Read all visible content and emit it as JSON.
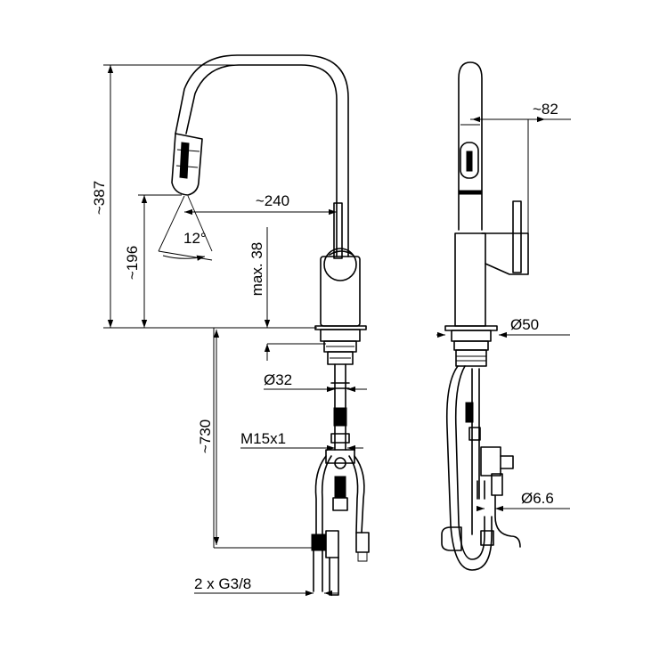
{
  "dimensions": {
    "total_height": "~387",
    "spout_clearance": "~196",
    "spout_reach": "~240",
    "spray_angle": "12°",
    "max_deck_thickness": "max. 38",
    "base_diameter": "Ø50",
    "hole_diameter": "Ø32",
    "hose_length": "~730",
    "thread": "M15x1",
    "connections": "2 x G3/8",
    "head_projection": "~82",
    "pipe_diameter": "Ø6.6"
  },
  "colors": {
    "ink": "#000000",
    "background": "#ffffff"
  }
}
